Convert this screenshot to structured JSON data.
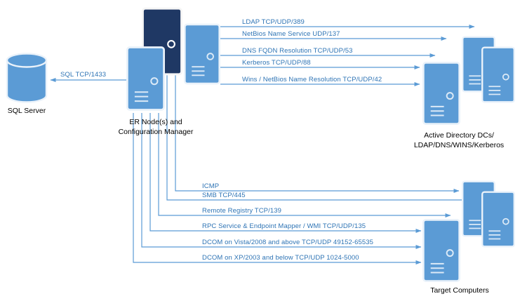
{
  "nodes": {
    "sql_server": {
      "icon": "database-cylinder-icon",
      "label": "SQL Server"
    },
    "er_node": {
      "icon": "server-icon",
      "line1": "ER Node(s) and",
      "line2": "Configuration Manager"
    },
    "active_directory": {
      "icon": "server-icon",
      "line1": "Active Directory DCs/",
      "line2": "LDAP/DNS/WINS/Kerberos"
    },
    "target_computers": {
      "icon": "server-icon",
      "label": "Target Computers"
    }
  },
  "connections": {
    "sql": {
      "label": "SQL TCP/1433",
      "from": "er_node",
      "to": "sql_server"
    },
    "to_active_directory": [
      {
        "label": "LDAP TCP/UDP/389",
        "from": "er_node",
        "to": "active_directory"
      },
      {
        "label": "NetBios Name Service  UDP/137",
        "from": "er_node",
        "to": "active_directory"
      },
      {
        "label": "DNS FQDN Resolution TCP/UDP/53",
        "from": "er_node",
        "to": "active_directory"
      },
      {
        "label": "Kerberos  TCP/UDP/88",
        "from": "er_node",
        "to": "active_directory"
      },
      {
        "label": "Wins / NetBios Name Resolution  TCP/UDP/42",
        "from": "er_node",
        "to": "active_directory"
      }
    ],
    "to_target_computers": [
      {
        "label": "ICMP",
        "from": "er_node",
        "to": "target_computers"
      },
      {
        "label": "SMB TCP/445",
        "from": "er_node",
        "to": "target_computers"
      },
      {
        "label": "Remote Registry TCP/139",
        "from": "er_node",
        "to": "target_computers"
      },
      {
        "label": "RPC Service & Endpoint Mapper / WMI TCP/UDP/135",
        "from": "er_node",
        "to": "target_computers"
      },
      {
        "label": "DCOM on Vista/2008 and above TCP/UDP 49152-65535",
        "from": "er_node",
        "to": "target_computers"
      },
      {
        "label": "DCOM on XP/2003 and below TCP/UDP 1024-5000",
        "from": "er_node",
        "to": "target_computers"
      }
    ]
  },
  "colors": {
    "server_fill": "#5B9BD5",
    "server_fill_dark": "#1F3864",
    "server_border": "#EAF2FA",
    "connector": "#5B9BD5",
    "connection_label_text": "#2E74B5",
    "node_label_text": "#000000",
    "background": "#FFFFFF"
  }
}
